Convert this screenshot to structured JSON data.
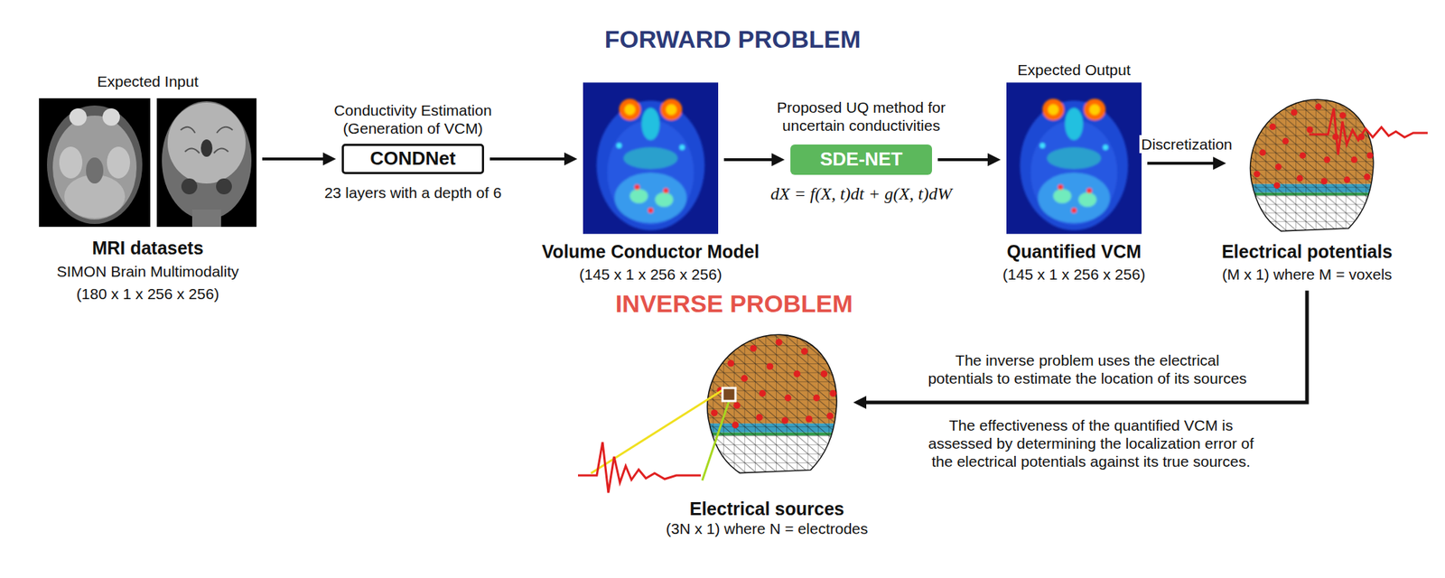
{
  "diagram": {
    "title": "FORWARD PROBLEM",
    "nodes": [
      {
        "text": [
          "Expected Input",
          "MRI datasets",
          "SIMON Brain Multimodality",
          "(180 x 1 x 256 x 256)"
        ]
      },
      {
        "text": [
          "Conductivity Estimation (Generation of VCM)",
          "CONDNet",
          "23 layers with a depth of 6"
        ]
      },
      {
        "text": [
          "Volume Conductor Model",
          "(145 x 1 x 256 x 256)"
        ]
      },
      {
        "text": [
          "Proposed UQ method for uncertain conductivities",
          "SDE-NET",
          "dX = f(X, t)dt + g(X, t)dW"
        ]
      },
      {
        "text": [
          "Expected Output",
          "Quantified VCM",
          "(145 x 1 x 256 x 256)"
        ]
      },
      {
        "text": [
          "Electrical potentials",
          "(M x 1) where M = voxels"
        ]
      },
      {
        "text": [
          "Electrical sources",
          "(3N x 1) where N = electrodes"
        ]
      }
    ],
    "edges": [
      {
        "from": 0,
        "to": 1,
        "arrow": "to"
      },
      {
        "from": 1,
        "to": 2,
        "arrow": "to"
      },
      {
        "from": 2,
        "to": 3,
        "arrow": "to"
      },
      {
        "from": 3,
        "to": 4,
        "arrow": "to"
      },
      {
        "from": 4,
        "to": 5,
        "label": "Discretization",
        "arrow": "to"
      },
      {
        "from": 5,
        "to": 6,
        "arrow": "to"
      }
    ],
    "labels": [
      "INVERSE PROBLEM",
      "The inverse problem uses the electrical potentials to estimate the location of its sources",
      "The effectiveness of the quantified VCM is assessed by determining the localization error of the electrical potentials against its true sources."
    ]
  }
}
